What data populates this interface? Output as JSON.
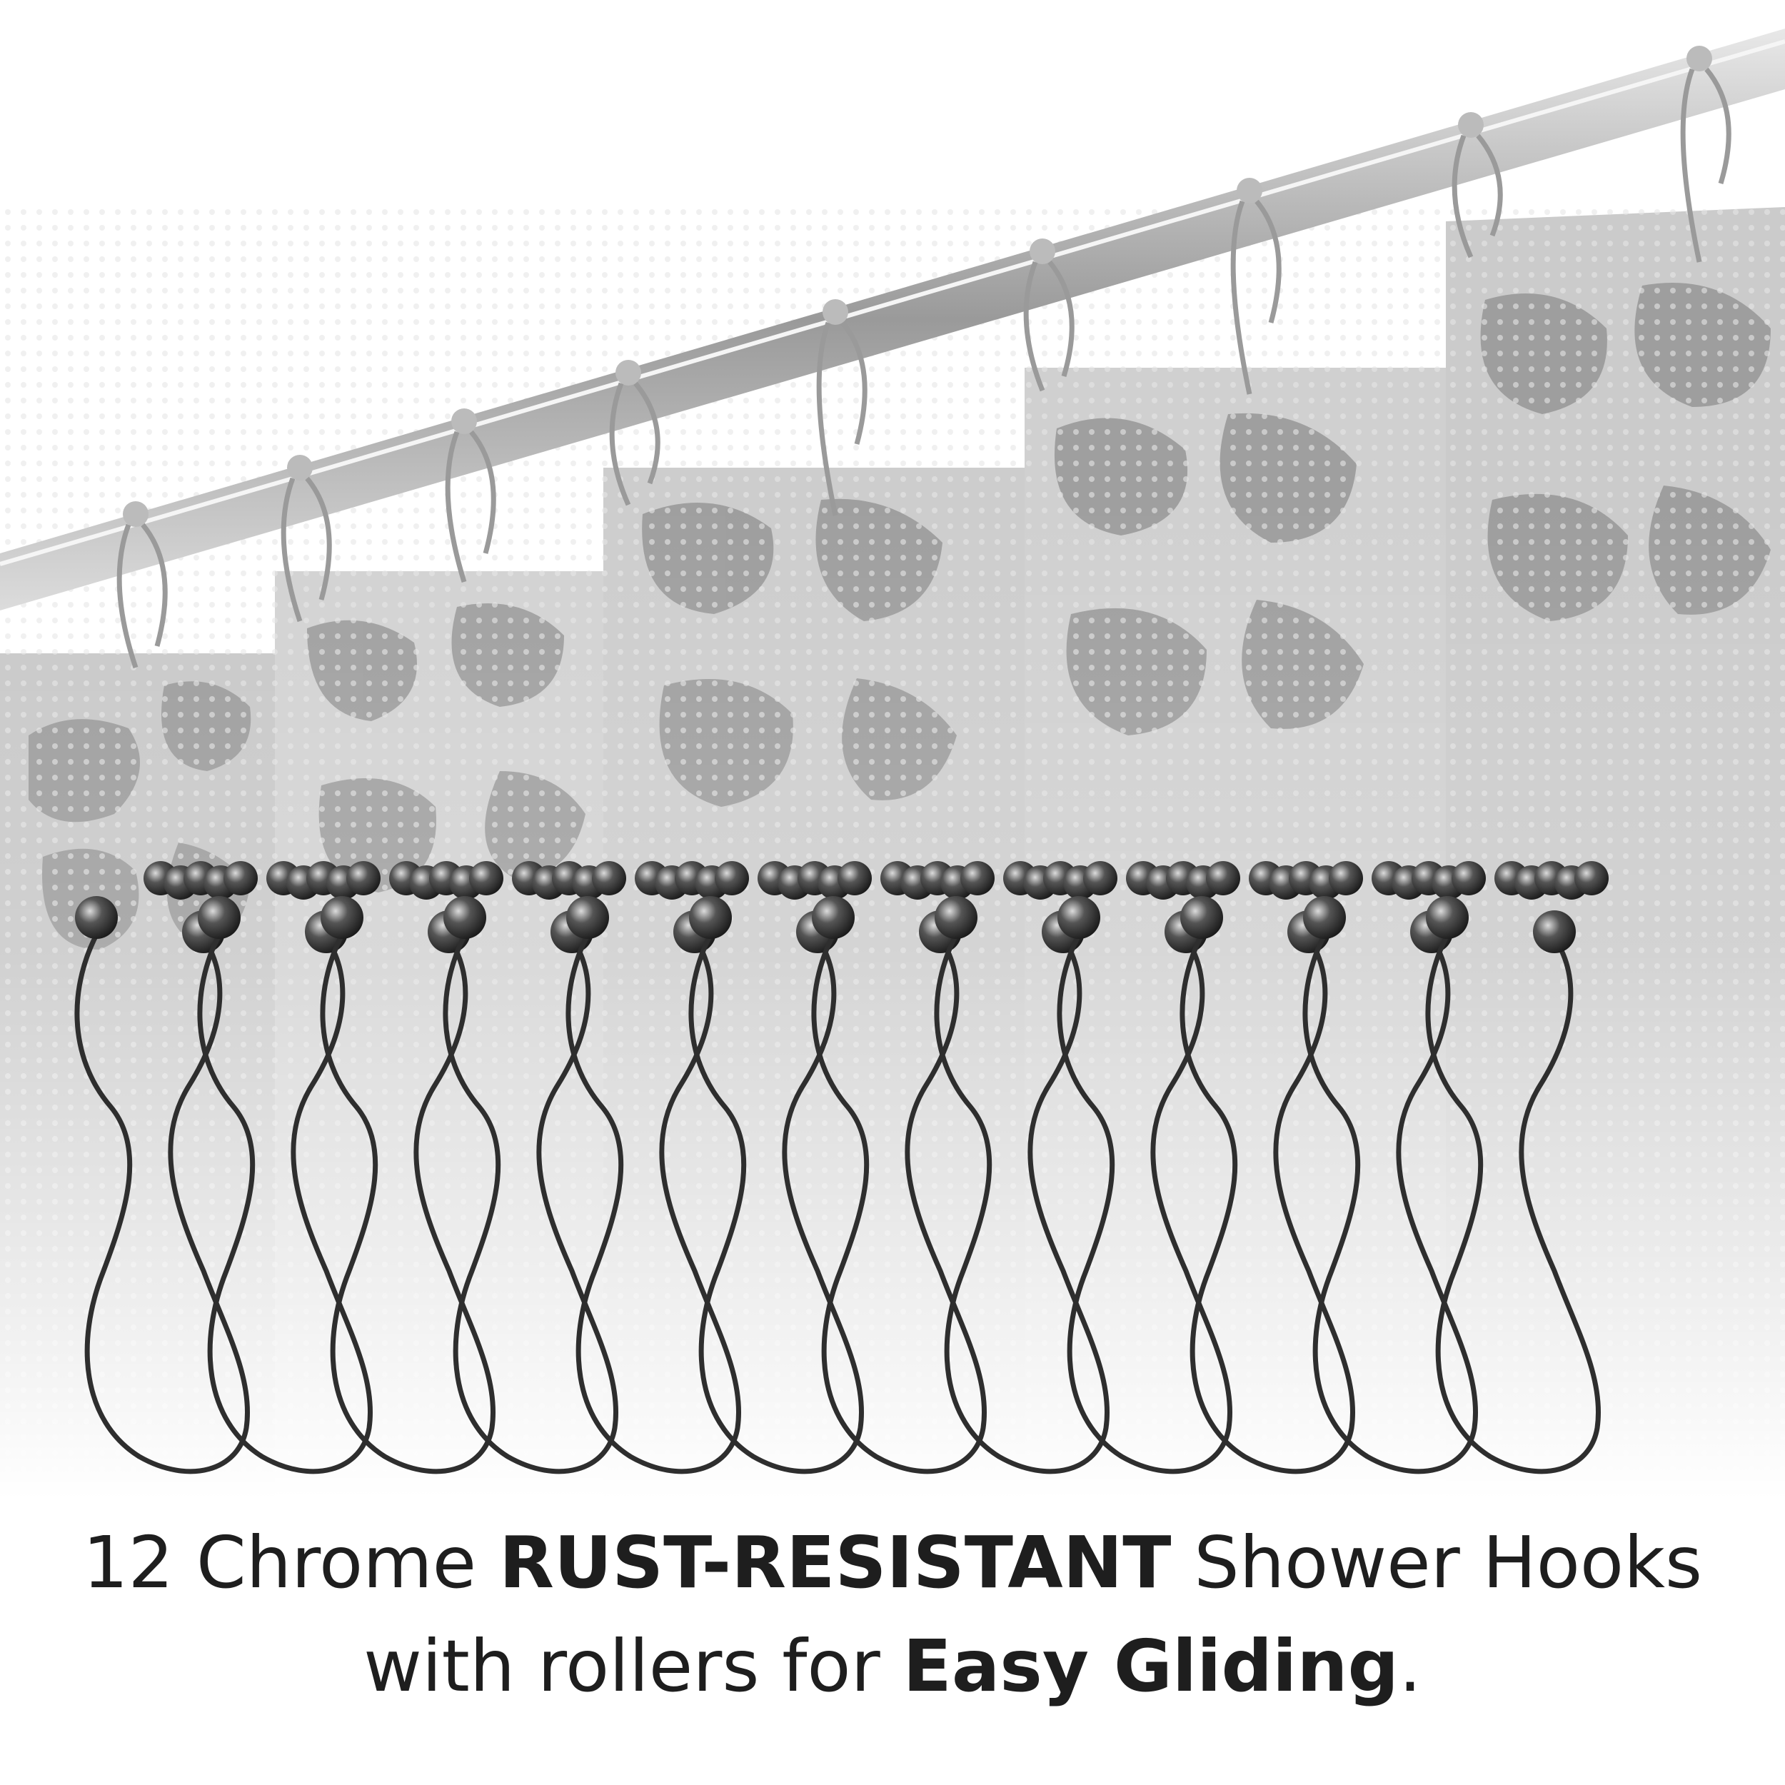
{
  "caption": {
    "line1": {
      "part1": "12 Chrome ",
      "bold1": "RUST-RESISTANT",
      "part2": " Shower Hooks"
    },
    "line2": {
      "part1": "with rollers for ",
      "bold1": "Easy Gliding",
      "part2": "."
    }
  },
  "colors": {
    "text": "#1e1e1e",
    "curtain": "#c9c9c9",
    "curtain_pattern": "#8e8e8e",
    "rod": "#b8b8b8",
    "hook": "#2b2b2b"
  },
  "hook_count": 12
}
